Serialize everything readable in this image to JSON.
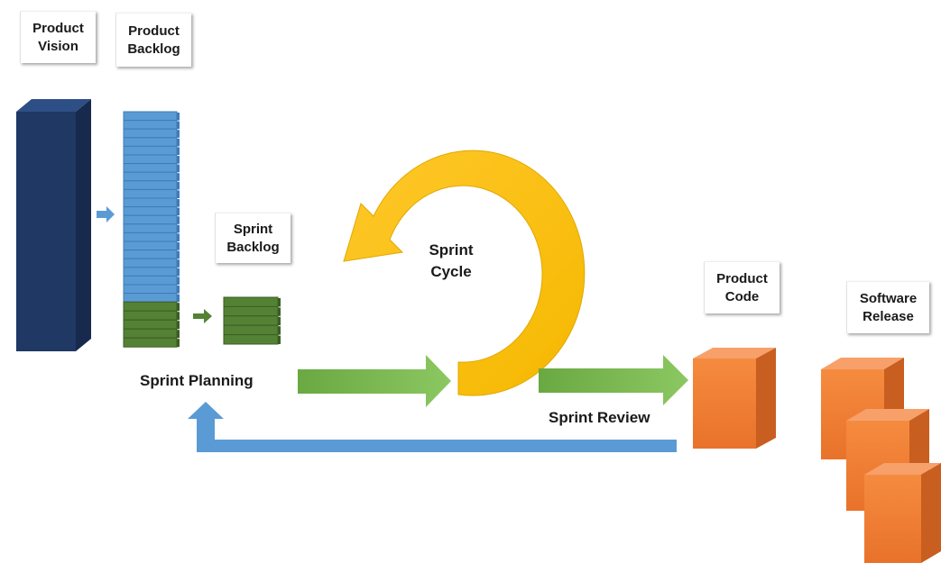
{
  "labels": {
    "product_vision": [
      "Product",
      "Vision"
    ],
    "product_backlog": [
      "Product",
      "Backlog"
    ],
    "sprint_backlog": [
      "Sprint",
      "Backlog"
    ],
    "sprint_cycle": [
      "Sprint",
      "Cycle"
    ],
    "product_code": [
      "Product",
      "Code"
    ],
    "software_release": [
      "Software",
      "Release"
    ],
    "sprint_planning": "Sprint Planning",
    "sprint_review": "Sprint Review"
  },
  "colors": {
    "vision_block": "#1f3864",
    "backlog_blue": "#5b9bd5",
    "backlog_green": "#548235",
    "arrow_green": "#70ad47",
    "arrow_blue": "#5b9bd5",
    "cycle_yellow": "#ffc000",
    "code_orange": "#ed7d31"
  }
}
